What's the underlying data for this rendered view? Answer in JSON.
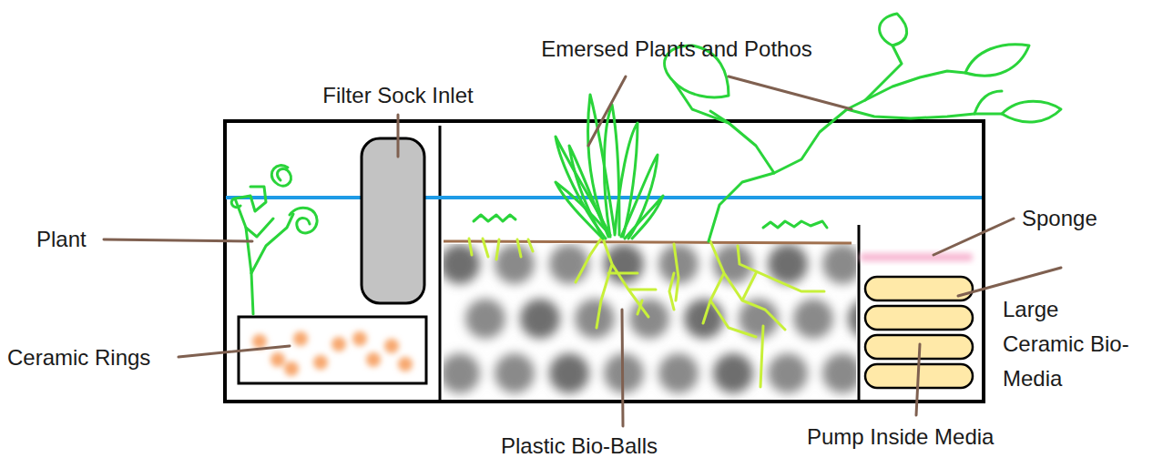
{
  "diagram": {
    "labels": [
      "Emersed Plants and Pothos",
      "Filter Sock Inlet",
      "Plant",
      "Sponge",
      "Large Ceramic Bio-Media",
      "Ceramic Rings",
      "Plastic Bio-Balls",
      "Pump Inside Media"
    ]
  }
}
